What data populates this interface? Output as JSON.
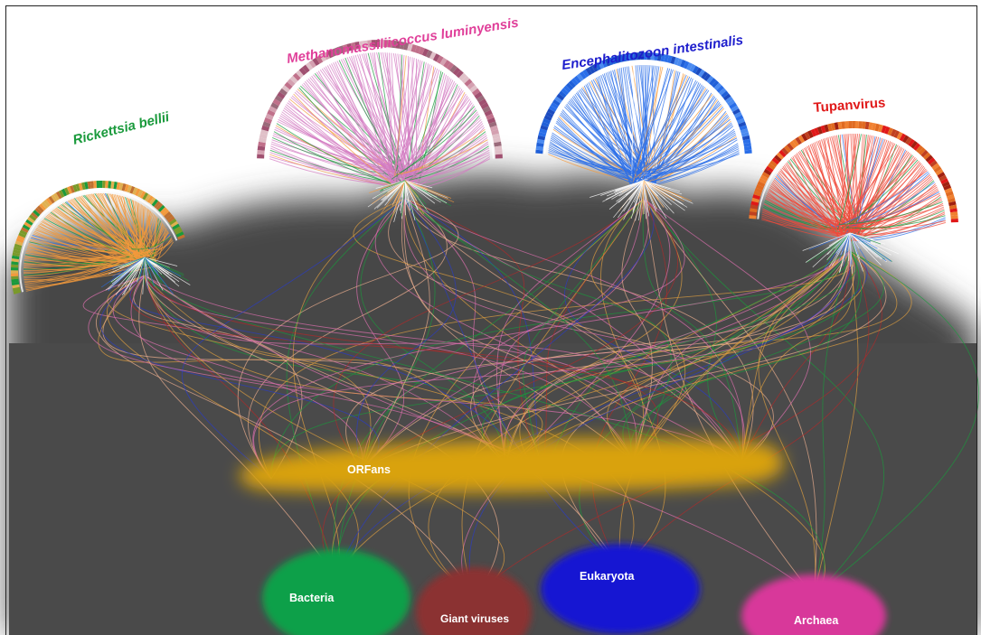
{
  "organisms": [
    {
      "name": "Rickettsia bellii",
      "color": "#1a9a3c",
      "fan_color": "#f39a3c"
    },
    {
      "name": "Methanomassiliicoccus luminyensis",
      "color": "#e0409a",
      "fan_color": "#d37bc2"
    },
    {
      "name": "Encephalitozoon intestinalis",
      "color": "#1c1ccc",
      "fan_color": "#2a6ee8"
    },
    {
      "name": "Tupanvirus",
      "color": "#e01818",
      "fan_color": "#f04a3a"
    }
  ],
  "hubs": {
    "orfans": {
      "label": "ORFans",
      "color": "#d9a20c"
    },
    "bacteria": {
      "label": "Bacteria",
      "color": "#10a04a"
    },
    "giant_viruses": {
      "label": "Giant viruses",
      "color": "#8b3030"
    },
    "eukaryota": {
      "label": "Eukaryota",
      "color": "#1414d2"
    },
    "archaea": {
      "label": "Archaea",
      "color": "#d8389a"
    }
  },
  "link_colors": [
    "#1a9a3c",
    "#2a3cc8",
    "#b02a2a",
    "#e0a040",
    "#e070b0",
    "#f0b090"
  ]
}
